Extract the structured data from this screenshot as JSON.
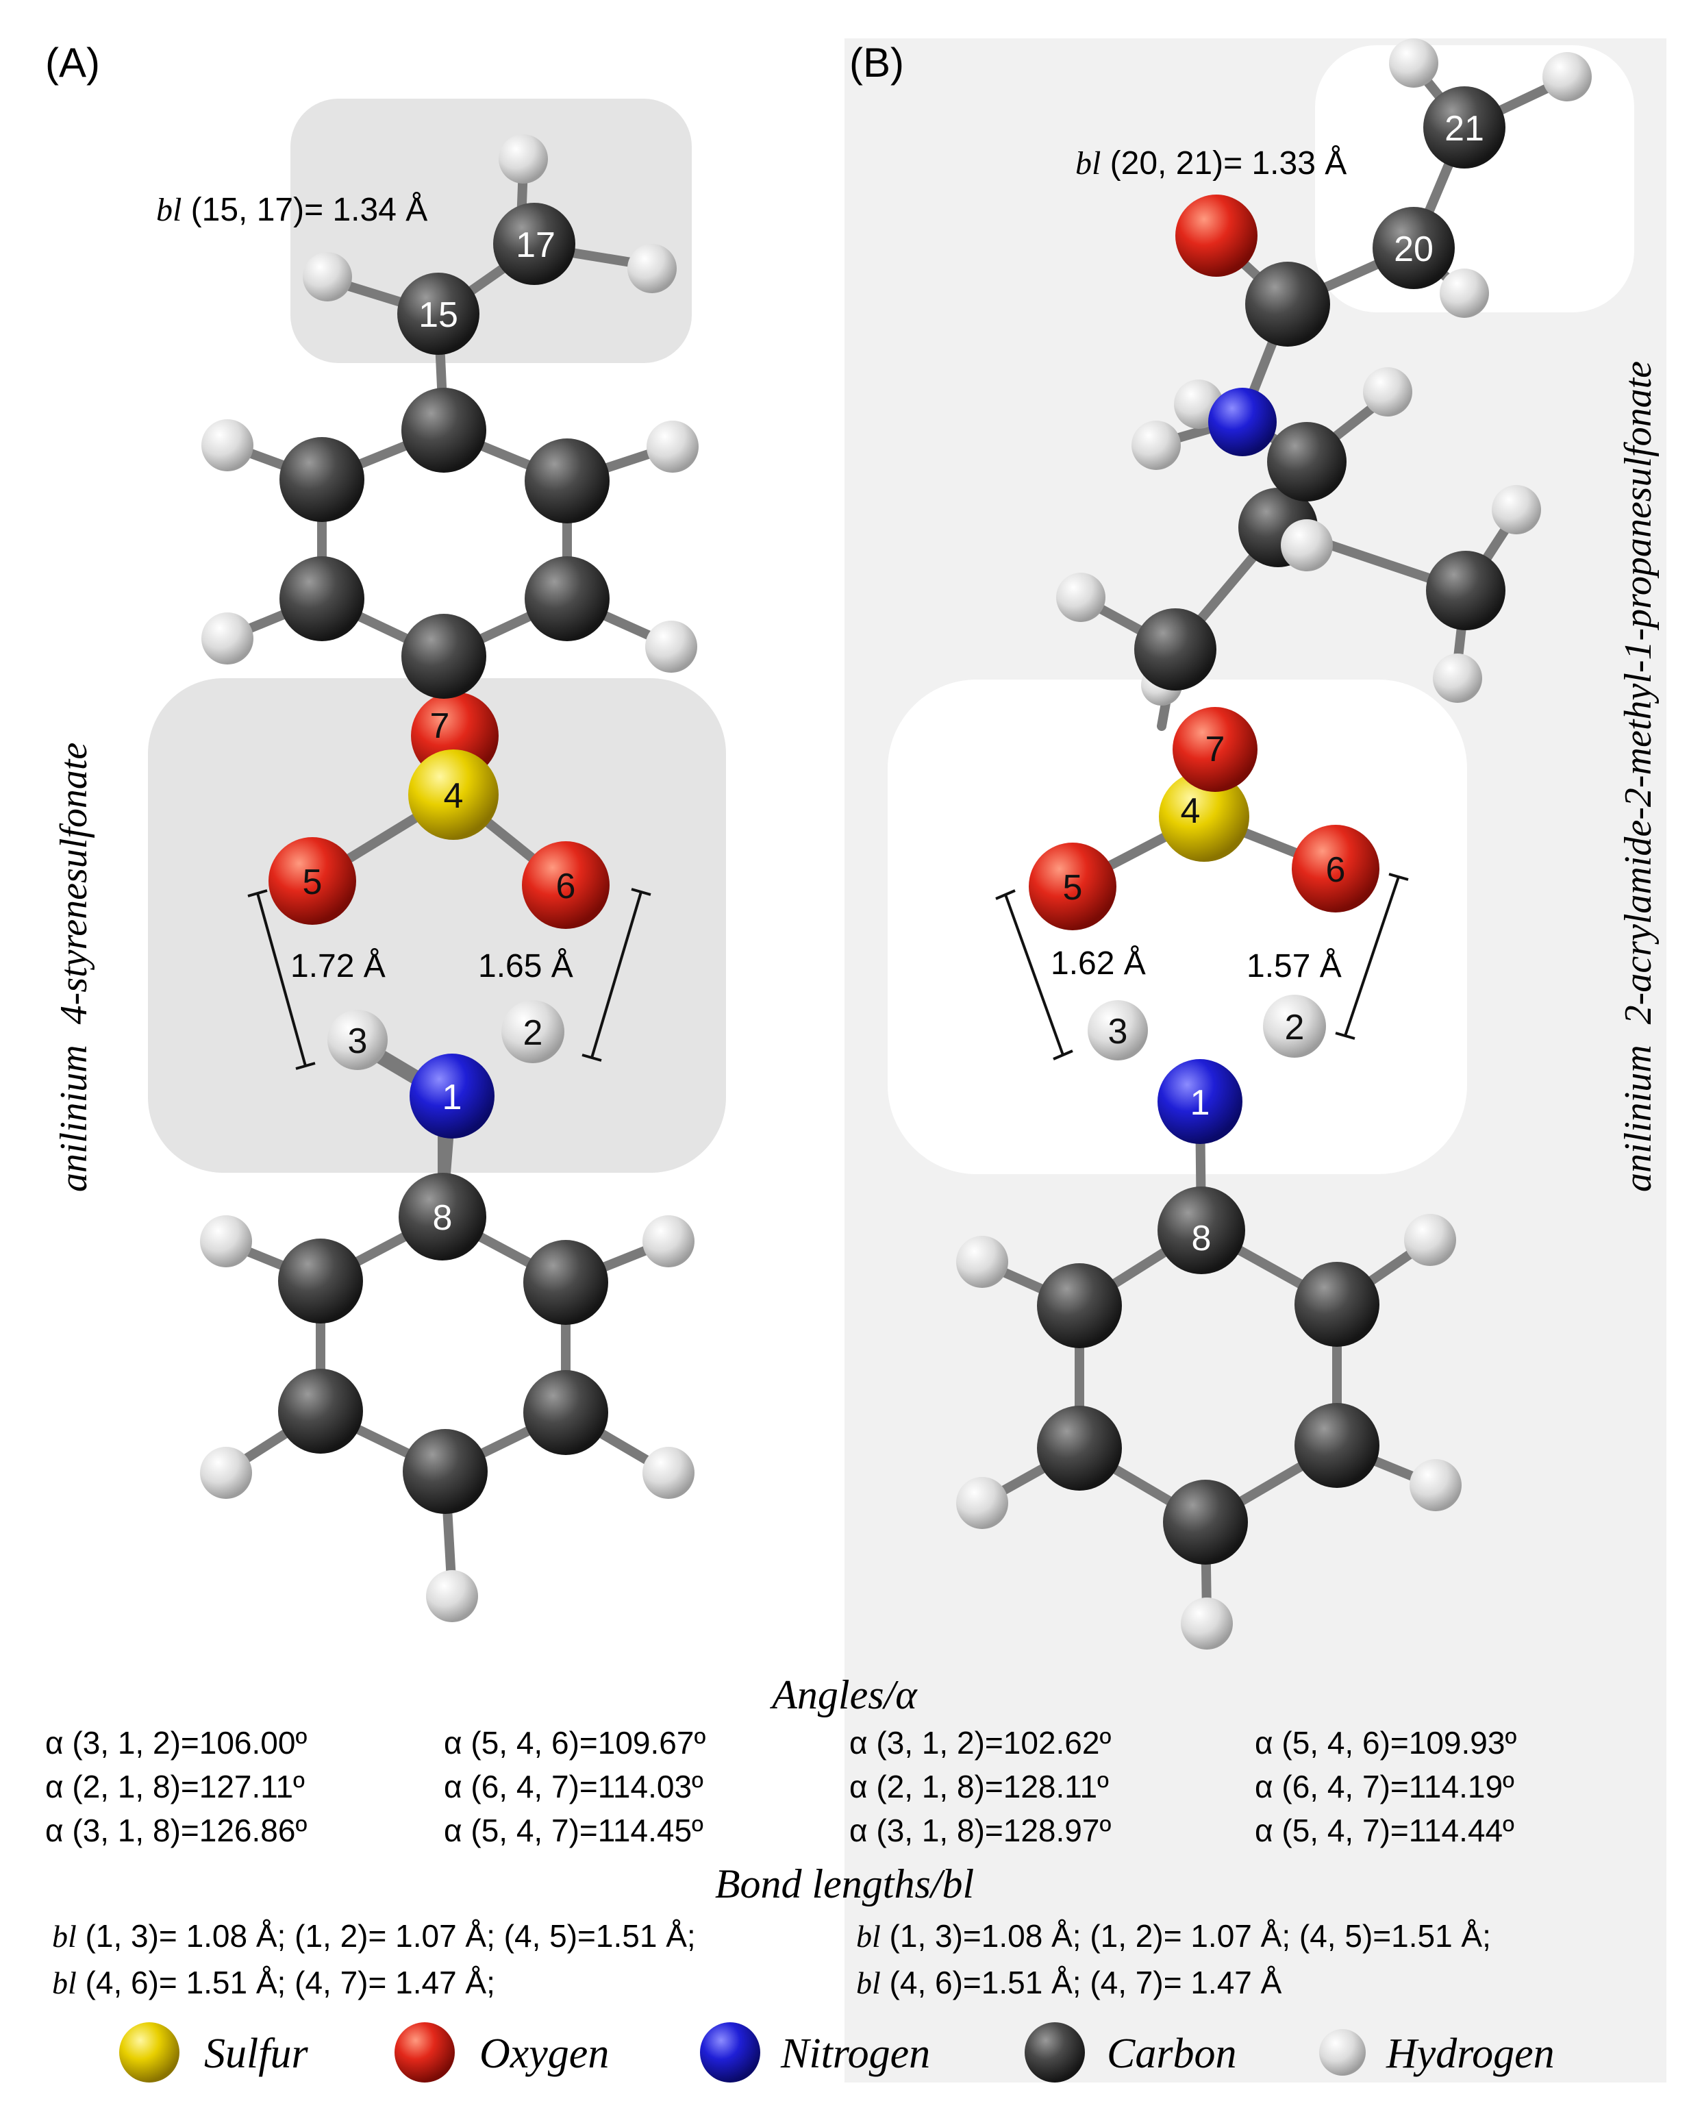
{
  "panels": [
    {
      "letter": "(A)",
      "side_title_left": "anilinium",
      "side_title_right": "4-styrenesulfonate",
      "vinyl_bond_label_prefix": "bl",
      "vinyl_bond_label": " (15, 17)= 1.34 Å",
      "distance_left": "1.72 Å",
      "distance_right": "1.65 Å",
      "atoms": {
        "a1": "1",
        "a2": "2",
        "a3": "3",
        "a4": "4",
        "a5": "5",
        "a6": "6",
        "a7": "7",
        "a8": "8",
        "a15": "15",
        "a17": "17"
      }
    },
    {
      "letter": "(B)",
      "side_title_left": "anilinium",
      "side_title_right": "2-acrylamide-2-methyl-1-propanesulfonate",
      "vinyl_bond_label_prefix": "bl",
      "vinyl_bond_label": " (20, 21)= 1.33 Å",
      "distance_left": "1.62 Å",
      "distance_right": "1.57 Å",
      "atoms": {
        "a1": "1",
        "a2": "2",
        "a3": "3",
        "a4": "4",
        "a5": "5",
        "a6": "6",
        "a7": "7",
        "a8": "8",
        "a20": "20",
        "a21": "21"
      }
    }
  ],
  "angles": {
    "heading": "Angles/α",
    "col1": [
      "α (3, 1, 2)=106.00º",
      "α (2, 1, 8)=127.11º",
      "α (3, 1, 8)=126.86º"
    ],
    "col2": [
      "α (5, 4, 6)=109.67º",
      "α (6, 4, 7)=114.03º",
      "α (5, 4, 7)=114.45º"
    ],
    "col3": [
      "α (3, 1, 2)=102.62º",
      "α (2, 1, 8)=128.11º",
      "α (3, 1, 8)=128.97º"
    ],
    "col4": [
      "α (5, 4, 6)=109.93º",
      "α (6, 4, 7)=114.19º",
      "α (5, 4, 7)=114.44º"
    ]
  },
  "bonds": {
    "heading": "Bond lengths/bl",
    "prefix": "bl",
    "left_line1": " (1, 3)= 1.08 Å; (1, 2)= 1.07 Å; (4, 5)=1.51 Å;",
    "left_line2": " (4, 6)= 1.51 Å; (4, 7)= 1.47 Å;",
    "right_line1": " (1, 3)=1.08 Å; (1, 2)= 1.07 Å; (4, 5)=1.51 Å;",
    "right_line2": " (4, 6)=1.51 Å; (4, 7)= 1.47 Å"
  },
  "legend": [
    {
      "label": "Sulfur",
      "color": "#e8d000"
    },
    {
      "label": "Oxygen",
      "color": "#d8241c"
    },
    {
      "label": "Nitrogen",
      "color": "#1c1cc8"
    },
    {
      "label": "Carbon",
      "color": "#1a1a1a"
    },
    {
      "label": "Hydrogen",
      "color": "#dcdcdc"
    }
  ],
  "colors": {
    "panel_b_background": "#f1f1f1",
    "highlight_box_a": "#e3e3e3",
    "highlight_box_b": "#ffffff"
  }
}
